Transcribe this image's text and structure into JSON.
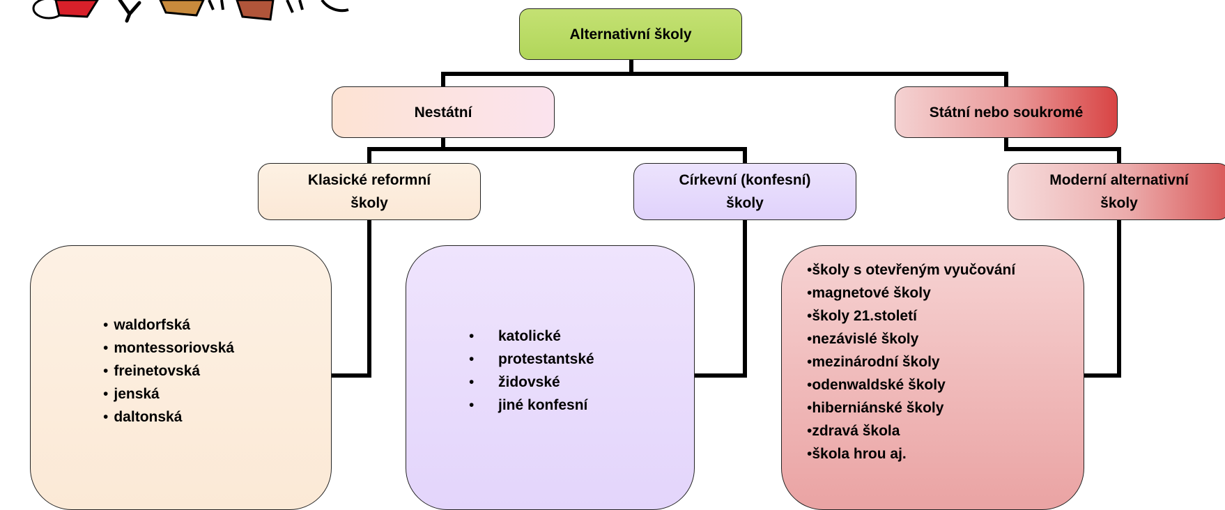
{
  "diagram": {
    "root": "Alternativní školy",
    "level1": {
      "left": "Nestátní",
      "right": "Státní nebo soukromé"
    },
    "level2": {
      "klasicke": [
        "Klasické reformní",
        "školy"
      ],
      "cirkevni": [
        "Církevní (konfesní)",
        "školy"
      ],
      "moderni": [
        "Moderní alternativní",
        "školy"
      ]
    },
    "lists": {
      "klasicke_items": [
        "waldorfská",
        "montessoriovská",
        "freinetovská",
        "jenská",
        "daltonská"
      ],
      "cirkevni_items": [
        "katolické",
        "protestantské",
        "židovské",
        "jiné konfesní"
      ],
      "moderni_items": [
        "školy s otevřeným vyučování",
        "magnetové školy",
        "školy 21.století",
        "nezávislé školy",
        "mezinárodní školy",
        "odenwaldské školy",
        "hiberniánské školy",
        "zdravá škola",
        "škola hrou aj."
      ]
    }
  },
  "colors": {
    "root": "#b9dc65",
    "nestatni": "#fbe3e6",
    "statni": "#e07070",
    "klasicke": "#fdefe0",
    "cirkevni": "#e6dafc",
    "moderni": "#e69a9a",
    "connector": "#000000"
  }
}
